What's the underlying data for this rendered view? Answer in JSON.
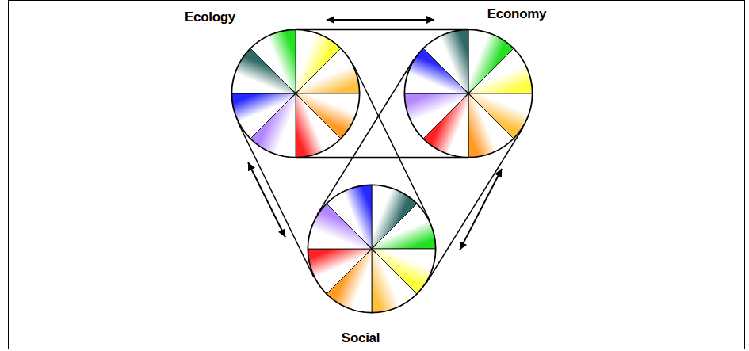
{
  "diagram": {
    "nodes": [
      {
        "text": [
          "Ecology"
        ]
      },
      {
        "text": [
          "Economy"
        ]
      },
      {
        "text": [
          "Social"
        ]
      }
    ],
    "edges": [
      {
        "from": 0,
        "to": 1,
        "arrow": "both"
      },
      {
        "from": 0,
        "to": 2,
        "arrow": "both"
      },
      {
        "from": 1,
        "to": 2,
        "arrow": "both"
      }
    ]
  }
}
